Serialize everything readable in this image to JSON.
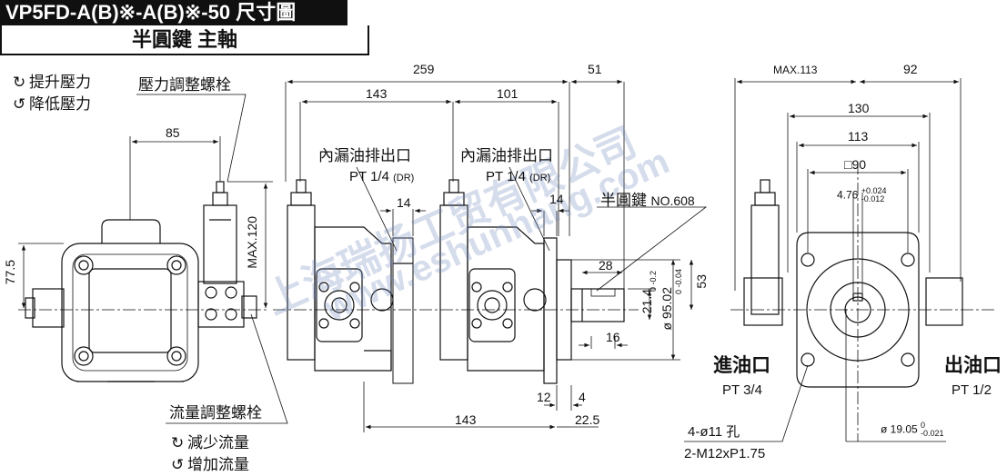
{
  "title": {
    "model": "VP5FD-A(B)※-A(B)※-50 尺寸圖",
    "subtitle": "半圓鍵  主軸"
  },
  "legend_pressure": {
    "up_symbol": "↻",
    "up_label": "提升壓力",
    "down_symbol": "↺",
    "down_label": "降低壓力"
  },
  "legend_flow": {
    "reduce_symbol": "↻",
    "reduce_label": "減少流量",
    "increase_symbol": "↺",
    "increase_label": "增加流量"
  },
  "callouts": {
    "pressure_screw": "壓力調整螺栓",
    "flow_screw": "流量調整螺栓",
    "drain_1_title": "內漏油排出口",
    "drain_1_spec": "PT 1/4",
    "drain_1_note": "(DR)",
    "drain_2_title": "內漏油排出口",
    "drain_2_spec": "PT 1/4",
    "drain_2_note": "(DR)",
    "key_title": "半圓鍵",
    "key_no": "NO.608",
    "inlet_title": "進油口",
    "inlet_spec": "PT 3/4",
    "outlet_title": "出油口",
    "outlet_spec": "PT 1/2",
    "holes": "4-ø11 孔",
    "thread": "2-M12xP1.75"
  },
  "dimensions": {
    "d85": "85",
    "d77_5": "77.5",
    "max120": "MAX.120",
    "d259": "259",
    "d51": "51",
    "d143_top": "143",
    "d101": "101",
    "d14_a": "14",
    "d14_b": "14",
    "d28": "28",
    "key_tol_0": "0",
    "key_tol_minus": "-0.2",
    "d21_4": "21.4",
    "d95_02": "ø 95.02",
    "d95_tol_0": "0",
    "d95_tol_minus": "-0.04",
    "d53": "53",
    "d16": "16",
    "d12": "12",
    "d4": "4",
    "d143_bottom": "143",
    "d22_5": "22.5",
    "max113": "MAX.113",
    "d92": "92",
    "d130": "130",
    "d113": "113",
    "sq90": "□90",
    "key_width": "4.76",
    "key_width_tol_plus": "+0.024",
    "key_width_tol_minus": "-0.012",
    "shaft": "ø 19.05",
    "shaft_tol_0": "0",
    "shaft_tol_minus": "-0.021"
  },
  "watermark": {
    "line1": "上海瑞扬工贸有限公司",
    "line2": "www.eshunhang.com"
  }
}
